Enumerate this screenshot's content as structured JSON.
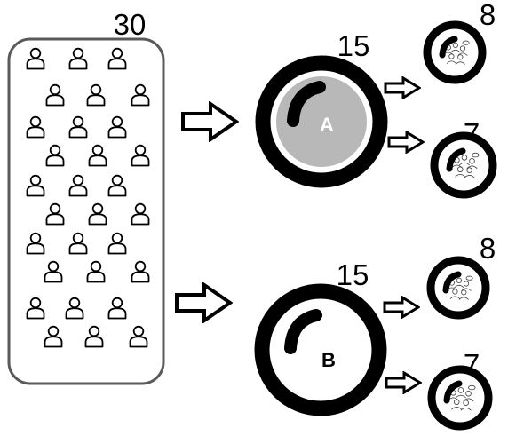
{
  "population": {
    "count": "30",
    "person_icon": "person-icon",
    "person_total": 30,
    "box_stroke": "#5a5a5a"
  },
  "groups": [
    {
      "key": "a",
      "count": "15",
      "letter": "A",
      "dish_fill": "#b8b8b8",
      "letter_color": "#ffffff",
      "outcomes": [
        {
          "count": "8"
        },
        {
          "count": "7"
        }
      ]
    },
    {
      "key": "b",
      "count": "15",
      "letter": "B",
      "dish_fill": "#ffffff",
      "letter_color": "#000000",
      "outcomes": [
        {
          "count": "8"
        },
        {
          "count": "7"
        }
      ]
    }
  ],
  "colors": {
    "ink": "#000000",
    "paper": "#ffffff"
  }
}
